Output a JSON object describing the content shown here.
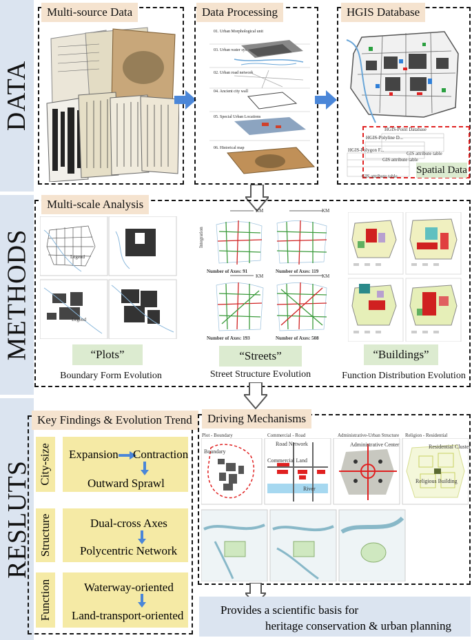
{
  "sections": {
    "data": "DATA",
    "methods": "METHODS",
    "results": "RESLUTS"
  },
  "top": {
    "multi_source": "Multi-source Data",
    "processing": "Data Processing",
    "hgis": "HGIS Database",
    "spatial_data": "Spatial Data",
    "layers": [
      "01. Urban Morphological unit",
      "03. Urban water system",
      "02. Urban road network",
      "04. Ancient city wall",
      "05. Special Urban Locations",
      "06. Historical map"
    ],
    "db_labels": {
      "point": "HGIS-Point Database",
      "polyline": "HGIS-Polyline D...",
      "polygon": "HGIS-Polygon F...",
      "attr1": "GIS attribute table",
      "attr2": "GIS attribute table",
      "attr3": "GIS attribute table"
    }
  },
  "methods": {
    "title": "Multi-scale Analysis",
    "plots": "“Plots”",
    "streets": "“Streets”",
    "buildings": "“Buildings”",
    "cap_plots": "Boundary Form Evolution",
    "cap_streets": "Street Structure Evolution",
    "cap_buildings": "Function Distribution Evolution",
    "axes": [
      "Number of Axes: 91",
      "Number of Axes: 119",
      "Number of Axes: 193",
      "Number of Axes: 508"
    ],
    "integration": "Integration",
    "scale_km": "KM",
    "legend": "Legend"
  },
  "results": {
    "findings_title": "Key Findings & Evolution Trend",
    "rows": [
      {
        "label": "City-size",
        "a": "Expansion",
        "b": "Contraction",
        "c": "Outward Sprawl"
      },
      {
        "label": "Structure",
        "a": "Dual-cross Axes",
        "c": "Polycentric Network"
      },
      {
        "label": "Function",
        "a": "Waterway-oriented",
        "c": "Land-transport-oriented"
      }
    ],
    "drivers_title": "Driving Mechanisms",
    "panels": [
      "Plot - Boundary",
      "Commercial - Road",
      "Administrative-Urban Structure",
      "Religion - Residential"
    ],
    "panel_labels": {
      "boundary": "Boundary",
      "road_network": "Road Network",
      "commercial_land": "Commercial Land",
      "river": "River",
      "admin_center": "Administrative Center",
      "residential_cluster": "Residential Cluster",
      "religious_building": "Religious Building"
    },
    "conclusion_line1": "Provides a scientific basis for",
    "conclusion_line2": "heritage conservation & urban planning"
  },
  "colors": {
    "sidebar": "#dbe4f0",
    "header": "#f5e3cf",
    "green_label": "#dcebd0",
    "yellow": "#f5eaa5",
    "arrow_blue": "#4a86d8",
    "red_dash": "#e02020"
  }
}
